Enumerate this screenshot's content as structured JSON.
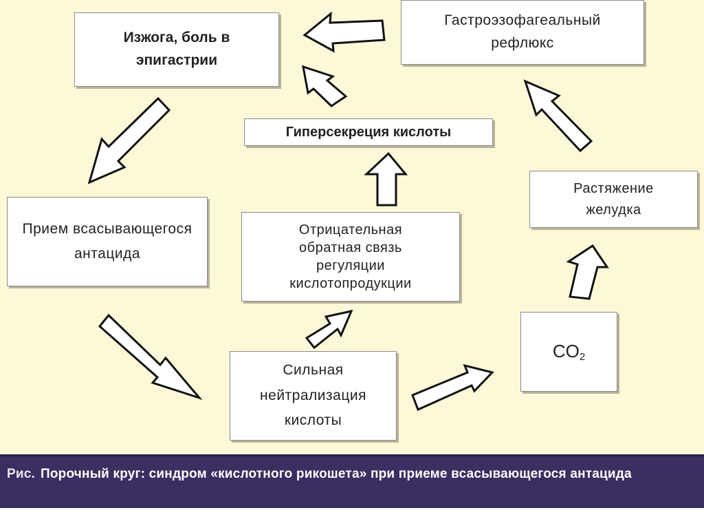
{
  "boxes": {
    "heartburn": "Изжога, боль в эпигастрии",
    "reflux": "Гастроэзофагеальный рефлюкс",
    "hypersecretion": "Гиперсекреция кислоты",
    "distension": "Растяжение желудка",
    "antacid_intake": "Прием всасывающегося антацида",
    "negative_feedback": "Отрицательная обратная связь регуляции кислотопродукции",
    "neutralization": "Сильная нейтрализация кислоты",
    "co2_base": "CO",
    "co2_sub": "2"
  },
  "caption": {
    "label": "Рис.",
    "text": "Порочный круг: синдром «кислотного рикошета» при приеме всасывающегося антацида"
  },
  "colors": {
    "background": "#fcf8d8",
    "caption_bar": "#3b2e61",
    "arrow_fill": "#ffffff",
    "arrow_stroke": "#111111"
  }
}
